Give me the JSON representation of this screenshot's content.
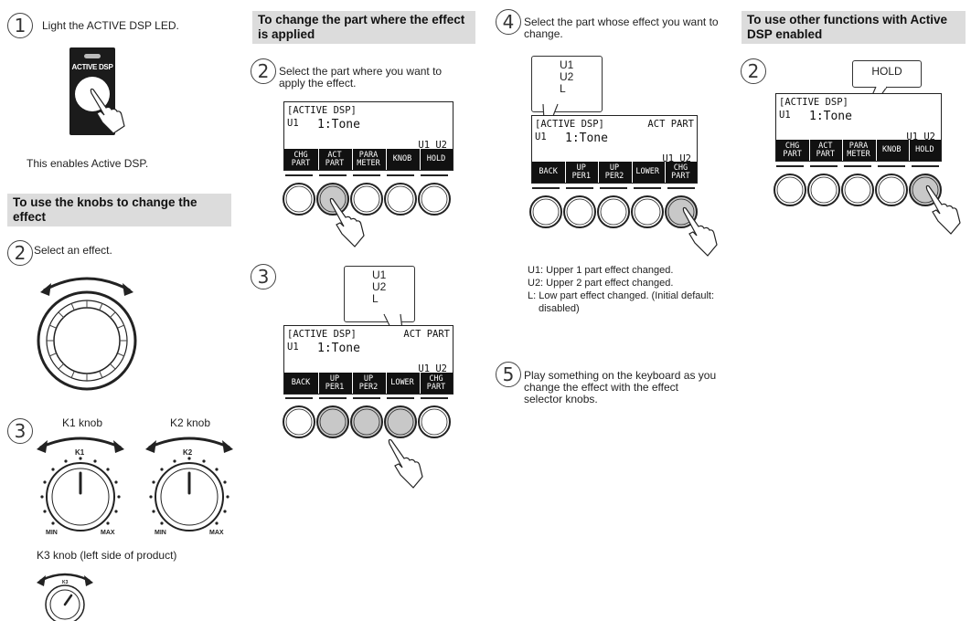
{
  "column1": {
    "step1": {
      "num": "1",
      "text": "Light the ACTIVE DSP LED."
    },
    "button_label": "ACTIVE DSP",
    "enables_text": "This enables Active DSP.",
    "section_title": "To use the knobs to change the effect",
    "step2": {
      "num": "2",
      "text": "Select an effect."
    },
    "step3": {
      "num": "3"
    },
    "k1_caption": "K1 knob",
    "k2_caption": "K2 knob",
    "k1_label": "K1",
    "k2_label": "K2",
    "min_label": "MIN",
    "max_label": "MAX",
    "k3_caption": "K3 knob (left side of product)",
    "k3_label": "K3"
  },
  "column2": {
    "section_title": "To change the part where the effect is applied",
    "step2": {
      "num": "2",
      "text": "Select the part where you want to apply the effect."
    },
    "screen1": {
      "line1": "[ACTIVE DSP]",
      "line2a": "U1",
      "line2b": "1:Tone",
      "status": "U1 U2",
      "keys": [
        "CHG\nPART",
        "ACT\nPART",
        "PARA\nMETER",
        "KNOB",
        "HOLD"
      ]
    },
    "step3": {
      "num": "3"
    },
    "bubble": [
      "U1",
      "U2",
      "L"
    ],
    "screen2": {
      "line1": "[ACTIVE DSP]",
      "line1r": "ACT PART",
      "line2a": "U1",
      "line2b": "1:Tone",
      "status": "U1 U2",
      "keys": [
        "BACK",
        "UP\nPER1",
        "UP\nPER2",
        "LOWER",
        "CHG\nPART"
      ]
    }
  },
  "column3": {
    "step4": {
      "num": "4",
      "text": "Select the part whose effect you want to change."
    },
    "bubble": [
      "U1",
      "U2",
      "L"
    ],
    "screen": {
      "line1": "[ACTIVE DSP]",
      "line1r": "ACT PART",
      "line2a": "U1",
      "line2b": "1:Tone",
      "status": "U1 U2",
      "keys": [
        "BACK",
        "UP\nPER1",
        "UP\nPER2",
        "LOWER",
        "CHG\nPART"
      ]
    },
    "notes": [
      "U1: Upper 1 part effect changed.",
      "U2: Upper 2 part effect changed.",
      "L: Low part effect changed. (Initial default:",
      "disabled)"
    ],
    "step5": {
      "num": "5",
      "text": "Play something on the keyboard as you change the effect with the effect selector knobs."
    }
  },
  "column4": {
    "section_title": "To use other functions with Active DSP enabled",
    "step2": {
      "num": "2"
    },
    "bubble": "HOLD",
    "screen": {
      "line1": "[ACTIVE DSP]",
      "line2a": "U1",
      "line2b": "1:Tone",
      "status": "U1 U2",
      "keys": [
        "CHG\nPART",
        "ACT\nPART",
        "PARA\nMETER",
        "KNOB",
        "HOLD"
      ]
    }
  },
  "colors": {
    "section_bg": "#dcdcdc",
    "pressed_button": "#c8c8c8",
    "lcd_keybar": "#111111"
  }
}
